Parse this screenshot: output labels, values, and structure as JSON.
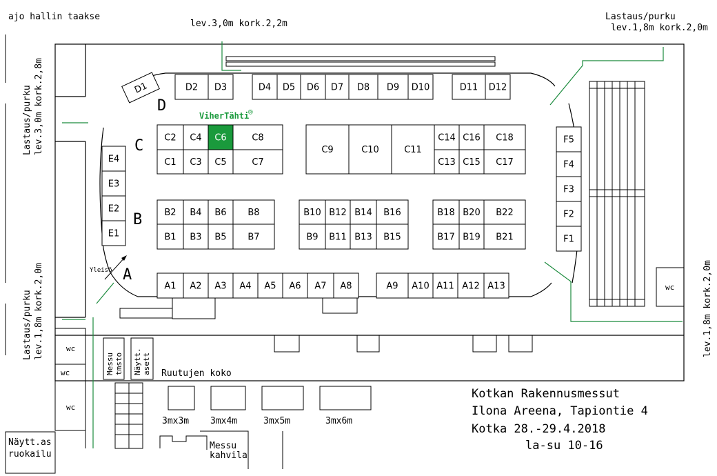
{
  "labels": {
    "top_left_note": "ajo hallin taakse",
    "top_mid_door": "lev.3,0m kork.2,2m",
    "top_right_title": "Lastaus/purku",
    "top_right_dims": "lev.1,8m kork.2,0m",
    "left_upper_title": "Lastaus/purku",
    "left_upper_dims": "lev.3,0m kork.2,8m",
    "left_lower_title": "Lastaus/purku",
    "left_lower_dims": "lev.1,8m kork.2,0m",
    "right_lower_dims": "lev.1,8m kork.2,0m",
    "sponsor": "ViherTähti",
    "sponsor_mark": "®",
    "yleisö": "Yleisö",
    "messu_tmsto_1": "Messu",
    "messu_tmsto_2": "tmsto",
    "nayttasett_1": "Näytt.",
    "nayttasett_2": "asett",
    "grid_sizes_title": "Ruutujen koko",
    "messu_kahvila_1": "Messu",
    "messu_kahvila_2": "kahvila",
    "nayttas_ruokailu_1": "Näytt.as",
    "nayttas_ruokailu_2": "ruokailu",
    "wc": "wc"
  },
  "row_letters": [
    "A",
    "B",
    "C",
    "D"
  ],
  "sizes": [
    {
      "label": "3mx3m",
      "w_m": 3
    },
    {
      "label": "3mx4m",
      "w_m": 4
    },
    {
      "label": "3mx5m",
      "w_m": 5
    },
    {
      "label": "3mx6m",
      "w_m": 6
    }
  ],
  "event": {
    "line1": "Kotkan Rakennusmessut",
    "line2": "Ilona Areena, Tapiontie 4",
    "line3": "Kotka 28.-29.4.2018",
    "line4": "la-su 10-16"
  },
  "highlight_booth": "C6",
  "colors": {
    "highlight": "#1a9a3c",
    "green_line": "#1a8a3c"
  }
}
